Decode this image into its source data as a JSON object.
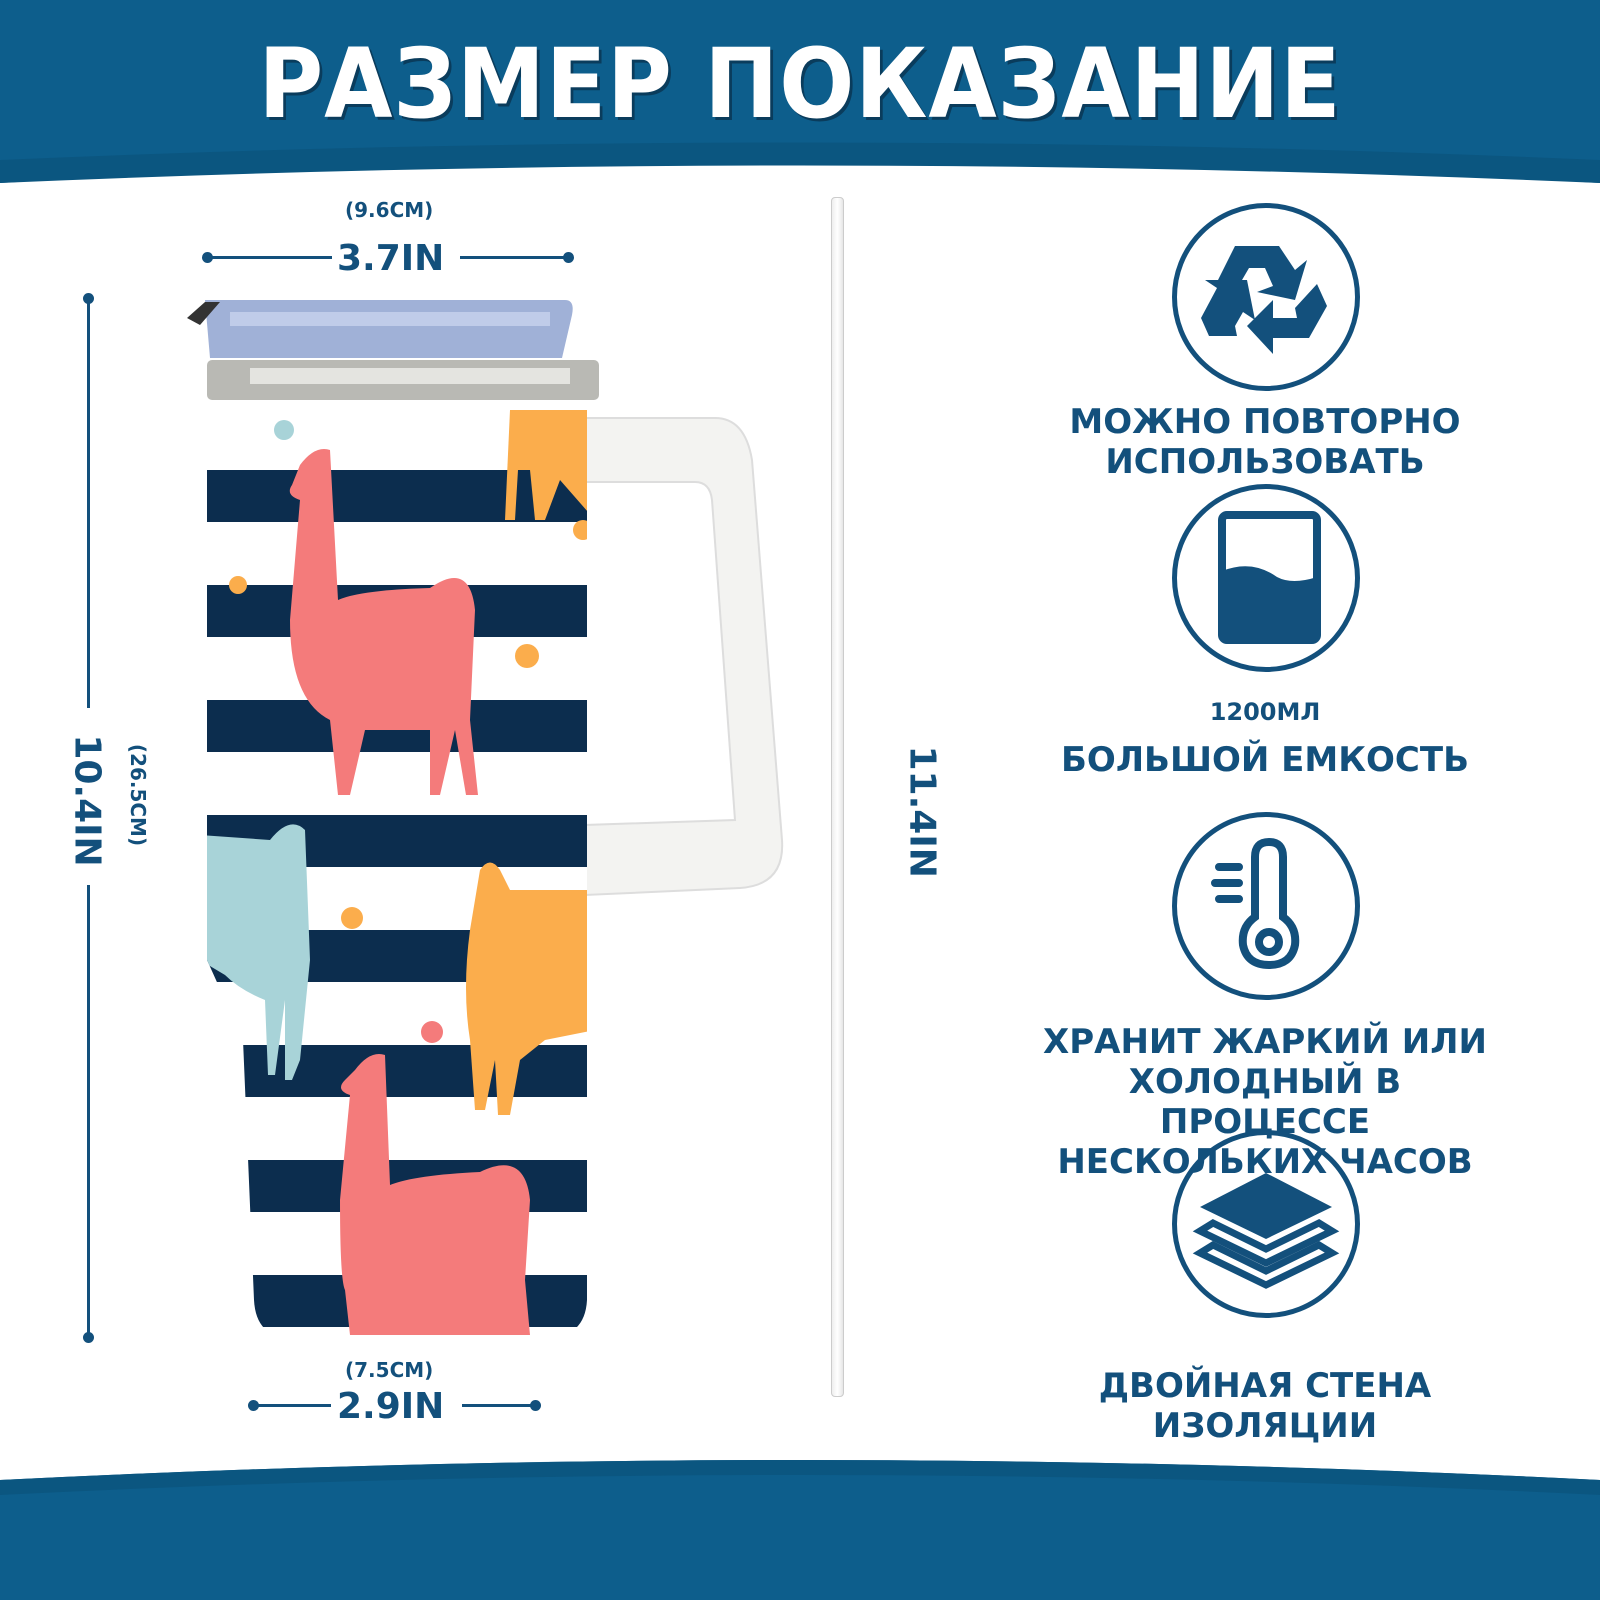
{
  "header": {
    "title": "РАЗМЕР ПОКАЗАНИЕ"
  },
  "dimensions": {
    "top_cm": "(9.6CM)",
    "top_in": "3.7IN",
    "height_in": "10.4IN",
    "height_cm": "(26.5CM)",
    "bottom_cm": "(7.5CM)",
    "bottom_in": "2.9IN",
    "straw_in": "11.4IN"
  },
  "features": [
    {
      "icon": "recycle-icon",
      "lines": [
        "МОЖНО ПОВТОРНО",
        "ИСПОЛЬЗОВАТЬ"
      ]
    },
    {
      "icon": "cup-capacity-icon",
      "sub": "1200МЛ",
      "lines": [
        "БОЛЬШОЙ ЕМКОСТЬ"
      ]
    },
    {
      "icon": "thermometer-icon",
      "lines": [
        "ХРАНИТ ЖАРКИЙ ИЛИ",
        "ХОЛОДНЫЙ В ПРОЦЕССЕ",
        "НЕСКОЛЬКИХ ЧАСОВ"
      ]
    },
    {
      "icon": "layers-icon",
      "lines": [
        "ДВОЙНАЯ СТЕНА",
        "ИЗОЛЯЦИИ"
      ]
    }
  ],
  "colors": {
    "brand": "#0e5e8c",
    "text": "#13507c",
    "stripe": "#0c2d4e",
    "llama_pink": "#f47b7b",
    "llama_orange": "#fbad4c",
    "llama_blue": "#a8d3d8"
  }
}
